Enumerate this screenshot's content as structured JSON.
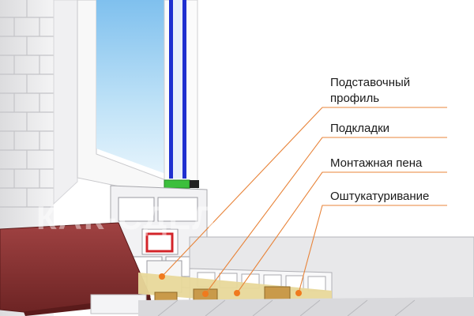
{
  "labels": {
    "support_profile_line1": "Подставочный",
    "support_profile_line2": "профиль",
    "shims": "Подкладки",
    "foam": "Монтажная пена",
    "plaster": "Оштукатуривание"
  },
  "watermark": "КАК-СДЕЛ...",
  "colors": {
    "leader": "#e8843a",
    "marker": "#f07a1e",
    "glass_edge": "#1f2fd0",
    "sill_board": "#8a2e2e",
    "brick": "#e9e9ea",
    "foam": "#e8d89a",
    "shim": "#c99a4a"
  }
}
